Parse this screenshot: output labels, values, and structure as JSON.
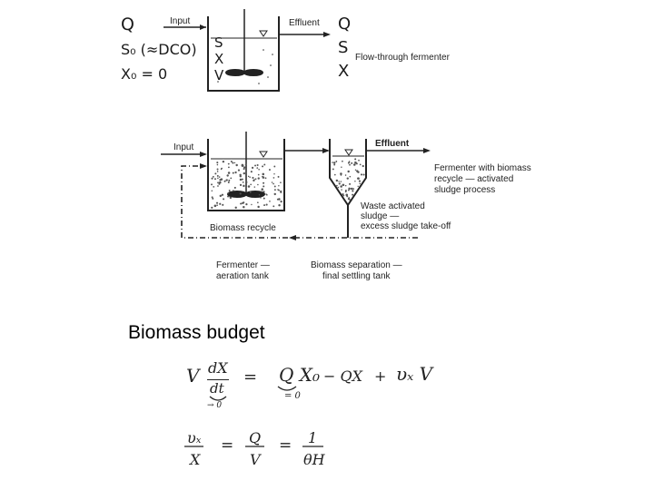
{
  "top": {
    "left_vars": [
      "Q",
      "S₀ (≈DCO)",
      "X₀ = 0"
    ],
    "input_label": "Input",
    "effluent_label": "Effluent",
    "tank_vars": [
      "S",
      "X",
      "V"
    ],
    "right_vars": [
      "Q",
      "S",
      "X"
    ],
    "caption": "Flow-through fermenter"
  },
  "middle": {
    "input_label": "Input",
    "effluent_label": "Effluent",
    "caption_lines": [
      "Fermenter with biomass",
      "recycle — activated",
      "sludge process"
    ],
    "waste_lines": [
      "Waste activated",
      "sludge —",
      "excess sludge take-off"
    ],
    "recycle_label": "Biomass recycle",
    "fermenter_lines": [
      "Fermenter —",
      "aeration tank"
    ],
    "separation_lines": [
      "Biomass separation —",
      "final settling tank"
    ]
  },
  "heading": "Biomass budget",
  "eq1": {
    "lhs_coef": "V",
    "dx": "dX",
    "dt": "dt",
    "eq": "=",
    "t1": "Q X₀",
    "t2": "− QX",
    "plus": "+",
    "t3": "υₓ V",
    "under_left": "→ 0",
    "under_mid": "= 0"
  },
  "eq2": {
    "lhs_num": "υₓ",
    "lhs_den": "X",
    "eq1": "=",
    "mid_num": "Q",
    "mid_den": "V",
    "eq2": "=",
    "rhs_num": "1",
    "rhs_den": "θH"
  }
}
